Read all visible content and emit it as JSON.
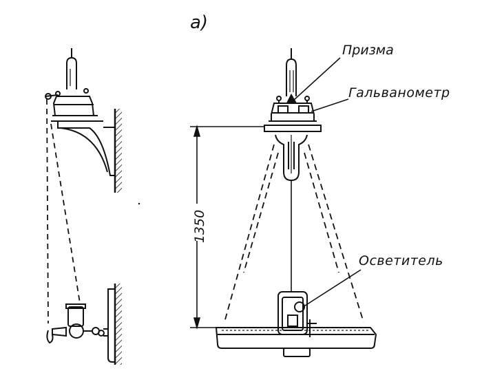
{
  "figure": {
    "letter": "a)"
  },
  "labels": {
    "prism": "Призма",
    "galvanometer": "Гальванометр",
    "illuminator": "Осветитель",
    "dimension": "1350"
  },
  "colors": {
    "ink": "#111111",
    "paper": "#ffffff"
  }
}
